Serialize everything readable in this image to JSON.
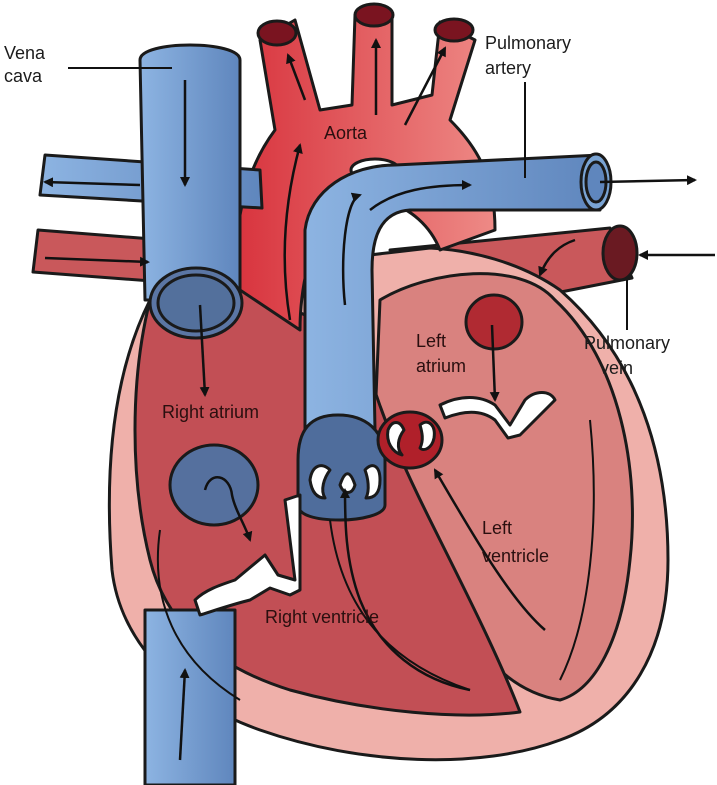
{
  "labels": {
    "vena_cava_1": "Vena",
    "vena_cava_2": "cava",
    "pulmonary_artery_1": "Pulmonary",
    "pulmonary_artery_2": "artery",
    "aorta": "Aorta",
    "left_atrium_1": "Left",
    "left_atrium_2": "atrium",
    "pulmonary_vein_1": "Pulmonary",
    "pulmonary_vein_2": "vein",
    "right_atrium": "Right atrium",
    "left_ventricle_1": "Left",
    "left_ventricle_2": "ventricle",
    "right_ventricle": "Right ventricle"
  },
  "colors": {
    "outline": "#1a1a1a",
    "heart_outer": "#efb0aa",
    "right_chambers": "#c24f55",
    "left_chambers": "#d9827f",
    "aorta_red": "#d9444a",
    "blue_vessel": "#7aa4d4",
    "blue_dark": "#54709c",
    "valve_white": "#ffffff",
    "pulmonary_vein_red": "#c9585b"
  }
}
